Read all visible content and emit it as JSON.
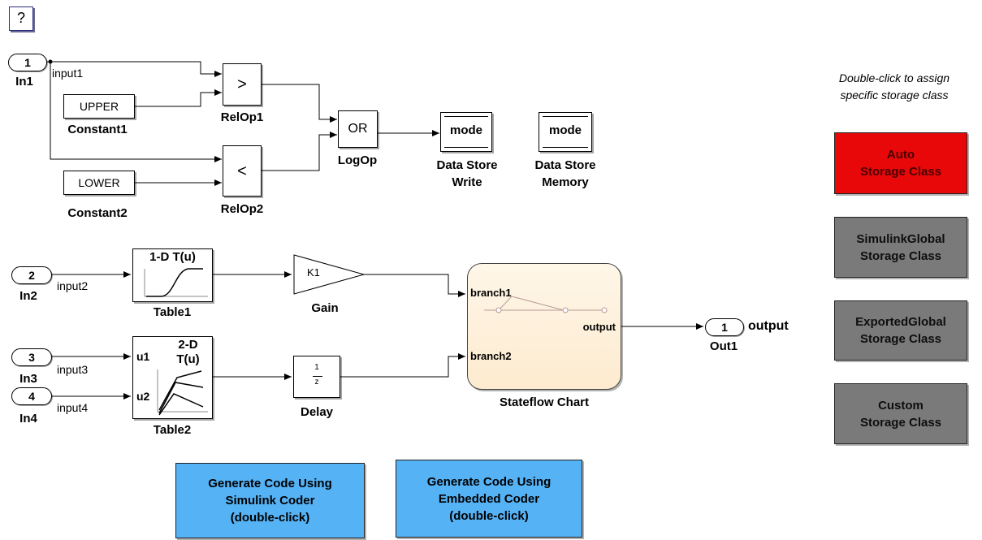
{
  "help": {
    "label": "?"
  },
  "note": {
    "line1": "Double-click to assign",
    "line2": "specific storage class"
  },
  "inports": [
    {
      "num": "1",
      "name": "In1",
      "signal": "input1"
    },
    {
      "num": "2",
      "name": "In2",
      "signal": "input2"
    },
    {
      "num": "3",
      "name": "In3",
      "signal": "input3"
    },
    {
      "num": "4",
      "name": "In4",
      "signal": "input4"
    }
  ],
  "outport": {
    "num": "1",
    "name": "Out1",
    "signal": "output"
  },
  "constants": [
    {
      "value": "UPPER",
      "name": "Constant1"
    },
    {
      "value": "LOWER",
      "name": "Constant2"
    }
  ],
  "relops": [
    {
      "op": ">",
      "name": "RelOp1"
    },
    {
      "op": "<",
      "name": "RelOp2"
    }
  ],
  "logop": {
    "op": "OR",
    "name": "LogOp"
  },
  "data_store_write": {
    "var": "mode",
    "name_line1": "Data Store",
    "name_line2": "Write"
  },
  "data_store_memory": {
    "var": "mode",
    "name_line1": "Data Store",
    "name_line2": "Memory"
  },
  "table1": {
    "title": "1-D T(u)",
    "name": "Table1"
  },
  "table2": {
    "title_line1": "2-D",
    "title_line2": "T(u)",
    "in1": "u1",
    "in2": "u2",
    "name": "Table2"
  },
  "gain": {
    "value": "K1",
    "name": "Gain"
  },
  "delay": {
    "num": "1",
    "den": "z",
    "name": "Delay"
  },
  "stateflow": {
    "name": "Stateflow Chart",
    "in1": "branch1",
    "in2": "branch2",
    "out": "output"
  },
  "storage_classes": [
    {
      "line1": "Auto",
      "line2": "Storage Class",
      "color": "#e8080a"
    },
    {
      "line1": "SimulinkGlobal",
      "line2": "Storage Class",
      "color": "#7a7a7a"
    },
    {
      "line1": "ExportedGlobal",
      "line2": "Storage Class",
      "color": "#7a7a7a"
    },
    {
      "line1": "Custom",
      "line2": "Storage Class",
      "color": "#7a7a7a"
    }
  ],
  "generate": [
    {
      "line1": "Generate Code Using",
      "line2": "Simulink Coder",
      "line3": "(double-click)"
    },
    {
      "line1": "Generate Code Using",
      "line2": "Embedded Coder",
      "line3": "(double-click)"
    }
  ]
}
